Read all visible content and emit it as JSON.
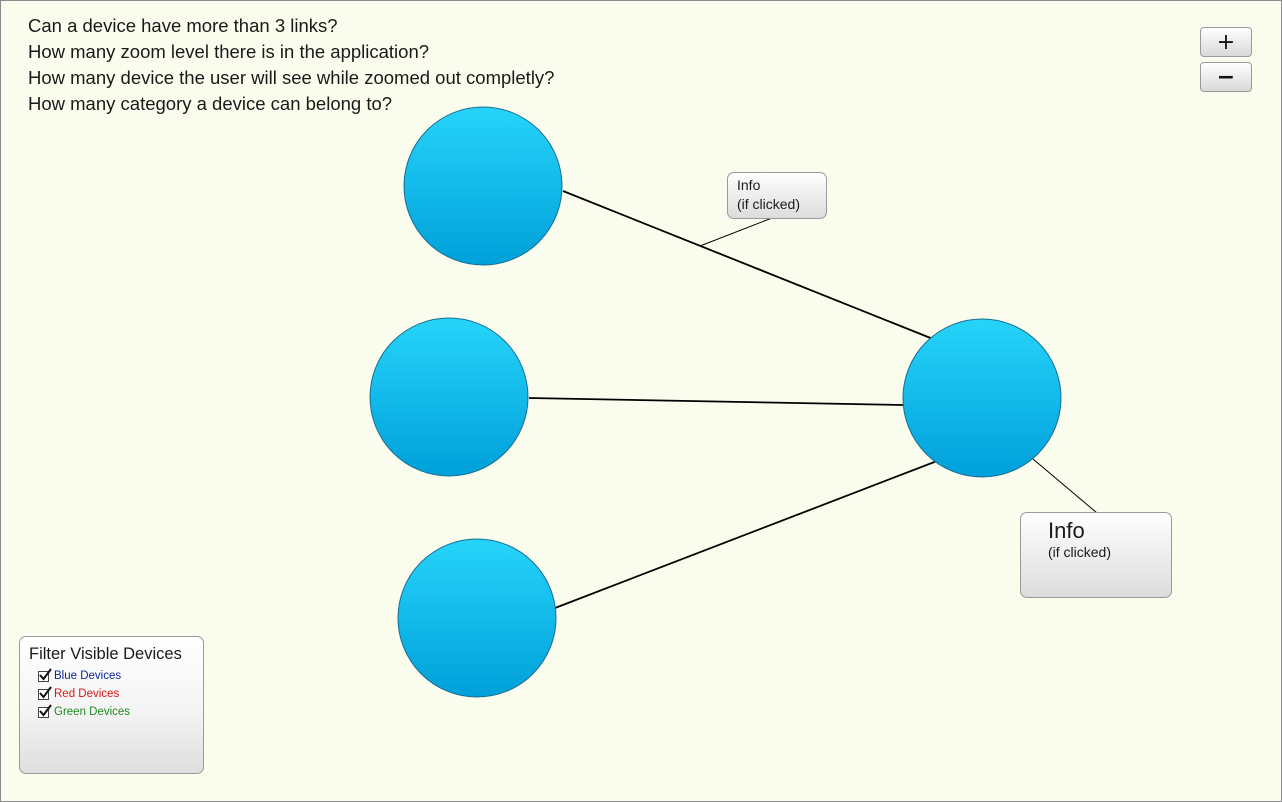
{
  "questions": [
    "Can a device have more than 3 links?",
    "How many zoom level there is in the application?",
    "How many device the user will see while zoomed out completly?",
    "How many category a device can belong to?"
  ],
  "zoom": {
    "in_label": "+",
    "out_label": "−"
  },
  "info_small": {
    "title": "Info",
    "subtitle": "(if clicked)"
  },
  "info_large": {
    "title": "Info",
    "subtitle": "(if clicked)"
  },
  "filter": {
    "title": "Filter Visible Devices",
    "items": [
      {
        "label": "Blue Devices",
        "checked": true,
        "color": "#0b2a9a"
      },
      {
        "label": "Red Devices",
        "checked": true,
        "color": "#e0140f"
      },
      {
        "label": "Green Devices",
        "checked": true,
        "color": "#1f8a1f"
      }
    ]
  },
  "colors": {
    "node_top": "#26d4fa",
    "node_bottom": "#00a0da",
    "node_stroke": "#1a6e92",
    "background": "#fafdee"
  }
}
